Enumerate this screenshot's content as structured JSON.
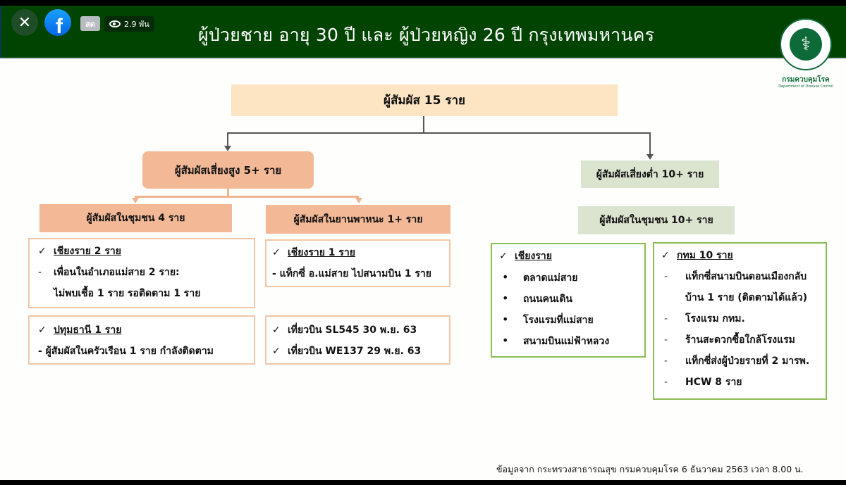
{
  "overlay": {
    "close_icon": "close-icon",
    "facebook_icon": "facebook-icon",
    "live_label": "สด",
    "views_icon": "eye-icon",
    "views_count": "2.9 พัน"
  },
  "header": {
    "title": "ผู้ป่วยชาย อายุ 30 ปี และ ผู้ป่วยหญิง 26 ปี กรุงเทพมหานคร",
    "logo_symbol": "⚕",
    "logo_text": "กรมควบคุมโรค",
    "logo_subtext": "Department of Disease Control"
  },
  "chart": {
    "root": "ผู้สัมผัส 15  ราย",
    "high_risk": "ผู้สัมผัสเสี่ยงสูง 5+  ราย",
    "high_community": "ผู้สัมผัสในชุมชน 4 ราย",
    "high_vehicle": "ผู้สัมผัสในยานพาหนะ 1+ ราย",
    "low_risk": "ผู้สัมผัสเสี่ยงต่ำ  10+ ราย",
    "low_community": "ผู้สัมผัสในชุมชน  10+ ราย",
    "cards": {
      "chiangrai_community": {
        "heading": "เชียงราย 2 ราย",
        "lines": [
          "เพื่อนในอำเภอแม่สาย 2 ราย:",
          "ไม่พบเชื้อ 1 ราย รอติดตาม 1 ราย"
        ]
      },
      "pathum": {
        "heading": "ปทุมธานี 1 ราย",
        "lines": [
          "- ผู้สัมผัสในครัวเรือน 1 ราย กำลังติดตาม"
        ]
      },
      "chiangrai_vehicle": {
        "heading": "เชียงราย 1 ราย",
        "lines": [
          "- แท็กซี่ อ.แม่สาย ไปสนามบิน 1 ราย"
        ]
      },
      "flights": {
        "items": [
          "เที่ยวบิน  SL545 30 พ.ย. 63",
          "เที่ยวบิน WE137 29 พ.ย. 63"
        ]
      },
      "chiangrai_low": {
        "heading": "เชียงราย",
        "items": [
          "ตลาดแม่สาย",
          "ถนนคนเดิน",
          "โรงแรมที่แม่สาย",
          "สนามบินแม่ฟ้าหลวง"
        ]
      },
      "bangkok": {
        "heading": "กทม 10  ราย",
        "items": [
          "แท็กซี่สนามบินดอนเมืองกลับ",
          "บ้าน 1 ราย (ติดตามได้แล้ว)",
          "โรงแรม กทม.",
          "ร้านสะดวกซื้อใกล้โรงแรม",
          "แท็กซี่ส่งผู้ป่วยรายที่ 2 มารพ.",
          "HCW 8 ราย"
        ]
      }
    },
    "marks": {
      "check": "✓",
      "dash": "-",
      "bullet": "•"
    }
  },
  "footer": {
    "source": "ข้อมูลจาก กระทรวงสาธารณสุข กรมควบคุมโรค 6 ธันวาคม 2563 เวลา 8.00 น."
  },
  "colors": {
    "header_bg": "#014301",
    "root_bg": "#fde4c2",
    "high_bg": "#f3b997",
    "low_bg": "#dbe4cf",
    "card_orange_border": "#f0c6a8",
    "card_green_border": "#8cbd55"
  }
}
